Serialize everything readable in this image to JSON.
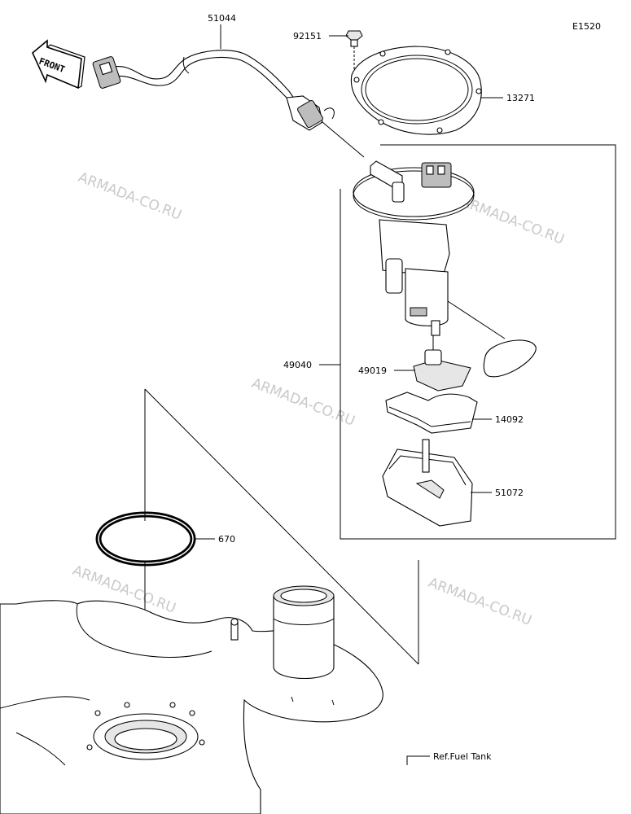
{
  "diagram_code": "E1520",
  "front_label": "FRONT",
  "watermark": "ARMADA-CO.RU",
  "parts": [
    {
      "id": "p51044",
      "number": "51044"
    },
    {
      "id": "p92151",
      "number": "92151"
    },
    {
      "id": "p13271",
      "number": "13271"
    },
    {
      "id": "p49040",
      "number": "49040"
    },
    {
      "id": "p49019",
      "number": "49019"
    },
    {
      "id": "p14092",
      "number": "14092"
    },
    {
      "id": "p51072",
      "number": "51072"
    },
    {
      "id": "p670",
      "number": "670"
    }
  ],
  "reference_label": "Ref.Fuel Tank"
}
